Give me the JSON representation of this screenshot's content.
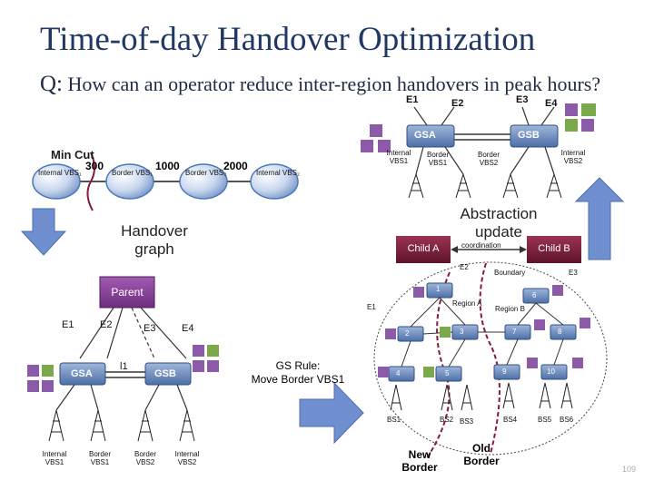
{
  "slide": {
    "title": "Time-of-day Handover Optimization",
    "question_prefix": "Q:",
    "question": "How can an operator reduce inter-region handovers in peak hours?",
    "page_number": "109"
  },
  "min_cut": {
    "label": "Min Cut",
    "nodes": [
      "Internal VBS₁",
      "Border VBS₁",
      "Border VBS₂",
      "Internal VBS₂"
    ],
    "weights": [
      "300",
      "1000",
      "2000"
    ]
  },
  "labels": {
    "handover_graph": "Handover graph",
    "abstraction_update": "Abstraction update",
    "coordination": "coordination",
    "gs_rule_line1": "GS Rule:",
    "gs_rule_line2": "Move Border VBS1",
    "new_border": "New Border",
    "old_border": "Old Border",
    "child_a": "Child A",
    "child_b": "Child B",
    "boundary": "Boundary",
    "region_a": "Region A",
    "region_b": "Region B",
    "parent": "Parent"
  },
  "top_right": {
    "e_labels": [
      "E1",
      "E2",
      "E3",
      "E4"
    ],
    "gs_a": "GSA",
    "gs_b": "GSB",
    "bs_labels": [
      "Internal VBS1",
      "Border VBS1",
      "Border VBS2",
      "Internal VBS2"
    ]
  },
  "bottom_left": {
    "e_labels": [
      "E1",
      "E2",
      "E3",
      "E4"
    ],
    "l_label": "l1",
    "gs_a": "GSA",
    "gs_b": "GSB",
    "bs_labels": [
      "Internal VBS1",
      "Border VBS1",
      "Border VBS2",
      "Internal VBS2"
    ]
  },
  "bottom_right": {
    "e_labels": [
      "E1",
      "E2",
      "E3"
    ],
    "switches": [
      "1",
      "2",
      "3",
      "4",
      "5",
      "6",
      "7",
      "8",
      "9",
      "10"
    ],
    "bs_labels": [
      "BS1",
      "BS2",
      "BS3",
      "BS4",
      "BS5",
      "BS6"
    ]
  },
  "colors": {
    "title": "#1f3864",
    "arrow_fill": "#6f8fd0",
    "child_box": "#7b1f3a",
    "parent_box": "#8b3a9a",
    "m_box": "#8b5aa8",
    "m_green": "#7aa84a",
    "node_blue": "#4a78b8"
  }
}
